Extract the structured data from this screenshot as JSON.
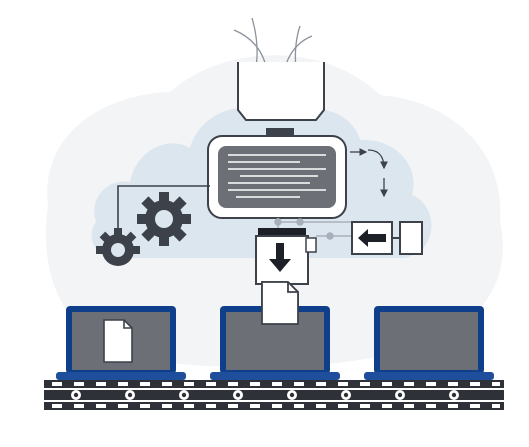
{
  "colors": {
    "background": "#ffffff",
    "blob": "#f3f4f6",
    "cloud": "#dce6ef",
    "line": "#3d4149",
    "screen": "#6d6f76",
    "laptop_bezel": "#0f3e8a",
    "laptop_base": "#1f4e9c",
    "conveyor_dark": "#2e3138",
    "conveyor_light": "#ffffff",
    "flow_arrow": "#8c929c",
    "connector": "#a9aebb",
    "accent_arrow": "#1d2127"
  },
  "icons": {
    "funnel": "funnel-icon",
    "processor": "processor-unit-icon",
    "gears": "gears-icon",
    "stamp": "stamp-press-icon",
    "pusher": "pusher-arrow-icon",
    "document": "document-icon",
    "laptop": "laptop-icon",
    "conveyor": "conveyor-belt-icon"
  },
  "laptops": [
    {
      "name": "laptop-left",
      "has_document": true
    },
    {
      "name": "laptop-middle",
      "has_document": false
    },
    {
      "name": "laptop-right",
      "has_document": false
    }
  ],
  "falling_document": {
    "visible": true
  }
}
